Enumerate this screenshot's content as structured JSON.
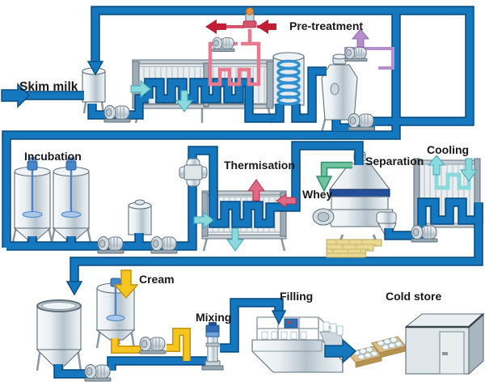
{
  "diagram": {
    "type": "process-flow",
    "subject": "Cultured dairy (quark) production line",
    "labels": {
      "skim_milk": "Skim milk",
      "pre_treatment": "Pre-treatment",
      "incubation": "Incubation",
      "thermisation": "Thermisation",
      "whey": "Whey",
      "separation": "Separation",
      "cooling": "Cooling",
      "cream": "Cream",
      "mixing": "Mixing",
      "filling": "Filling",
      "cold_store": "Cold store"
    },
    "colors": {
      "product_pipe": "#1577bd",
      "pipe_outline": "#0b5185",
      "cooling_medium": "#8ad9dc",
      "cooling_medium_edge": "#3fa8b8",
      "whey_line": "#6fc39c",
      "whey_edge": "#2f9070",
      "cream_line": "#f6c51f",
      "cream_edge": "#c1930c",
      "heating_medium": "#e8798f",
      "heating_arrow": "#c21d33",
      "vacuum_line": "#b58fcb",
      "separator_band": "#24509b",
      "brick_base": "#ead995",
      "label_text": "#17181a"
    },
    "flows": [
      {
        "name": "skim-milk-product-line",
        "color": "#1577bd"
      },
      {
        "name": "heating-medium-steam",
        "color": "#c21d33"
      },
      {
        "name": "ice-water-cooling-medium",
        "color": "#8ad9dc"
      },
      {
        "name": "whey-outlet",
        "color": "#6fc39c"
      },
      {
        "name": "cream-line",
        "color": "#f6c51f"
      },
      {
        "name": "vacuum-vapour-line",
        "color": "#b58fcb"
      }
    ],
    "stations": [
      {
        "id": "skim-milk-inlet"
      },
      {
        "id": "pre-treatment",
        "equipment": [
          "balance-tank",
          "feed-pump",
          "plate-heat-exchanger",
          "hot-water-circuit",
          "steam-injector",
          "holding-coil",
          "deaerator",
          "vacuum-pump",
          "discharge-pump"
        ]
      },
      {
        "id": "incubation",
        "equipment": [
          "incubation-tank-1",
          "incubation-tank-2",
          "pump",
          "buffer-cylinder",
          "pump"
        ]
      },
      {
        "id": "thermisation",
        "equipment": [
          "valve-cluster",
          "plate-heat-exchanger"
        ]
      },
      {
        "id": "separation",
        "equipment": [
          "centrifugal-separator",
          "separator-pump",
          "brick-foundation"
        ]
      },
      {
        "id": "whey-outlet"
      },
      {
        "id": "cooling",
        "equipment": [
          "plate-cooler"
        ]
      },
      {
        "id": "cream-addition",
        "equipment": [
          "cream-tank",
          "cream-pump"
        ]
      },
      {
        "id": "mixing",
        "equipment": [
          "buffer-tank",
          "quark-pump",
          "inline-mixer"
        ]
      },
      {
        "id": "filling",
        "equipment": [
          "cup-filling-machine",
          "product-trays"
        ]
      },
      {
        "id": "cold-store",
        "equipment": [
          "cold-store-room"
        ]
      }
    ]
  }
}
